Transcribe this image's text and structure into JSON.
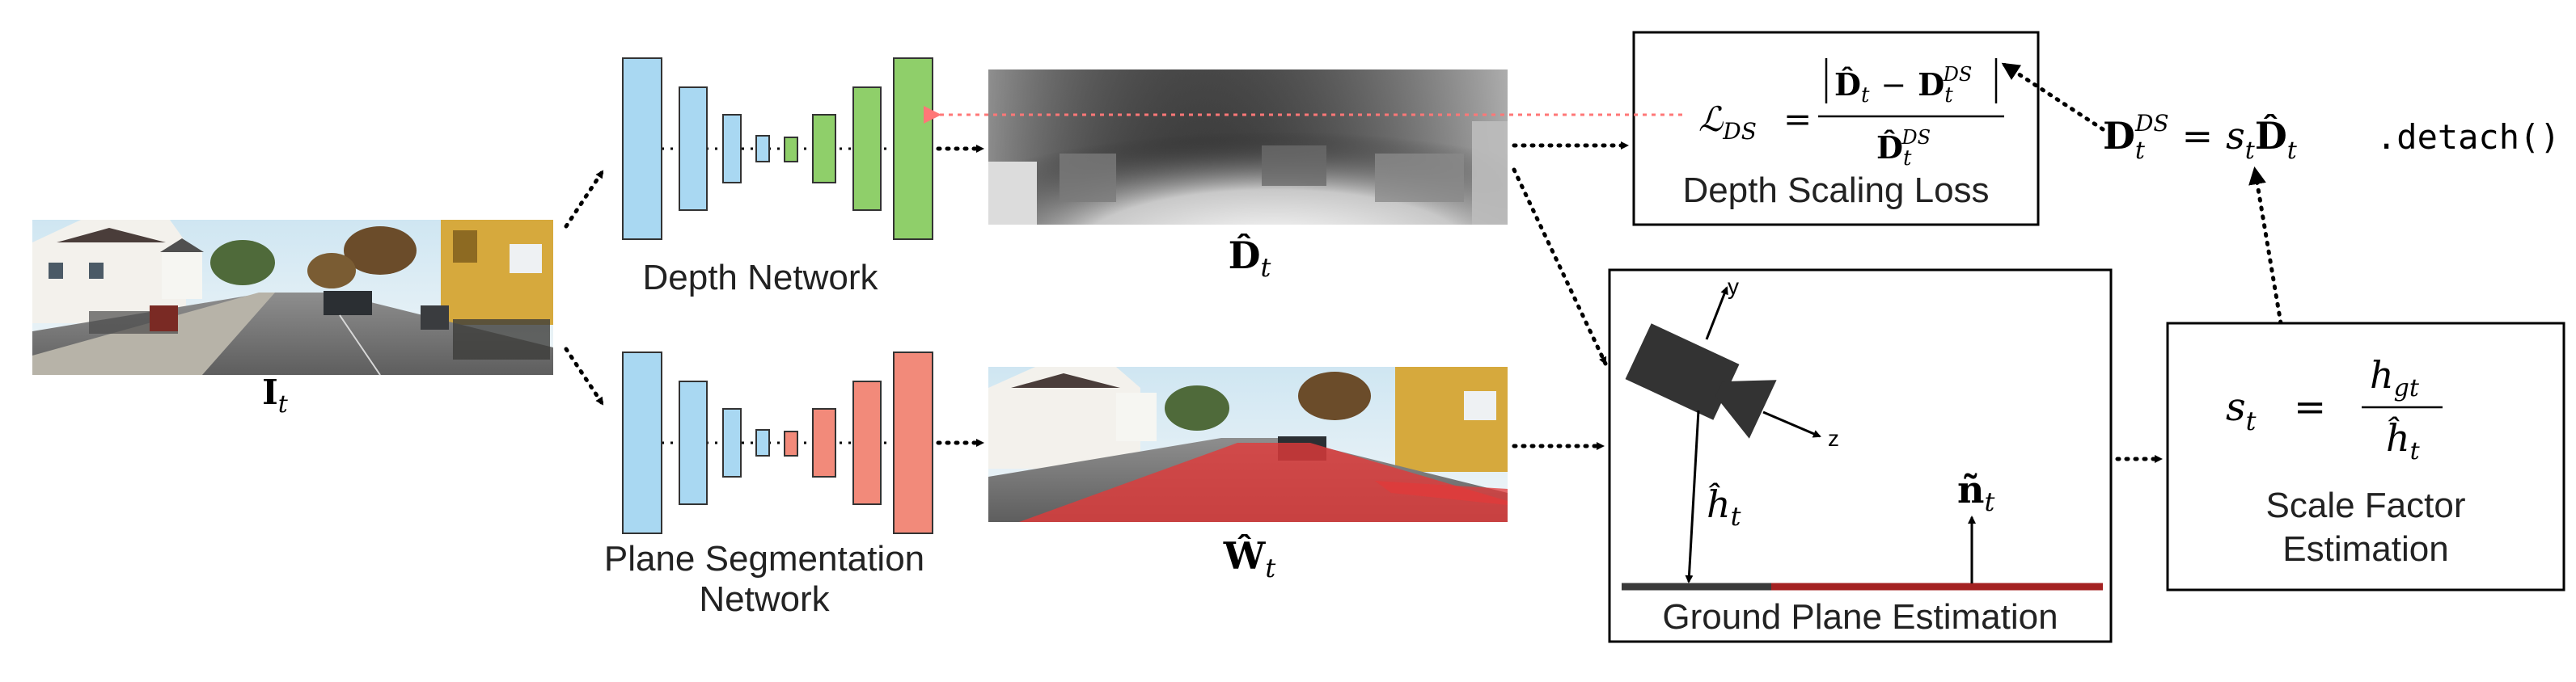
{
  "colors": {
    "encoder": "#a9d8f2",
    "depth_decoder": "#8fcf6a",
    "plane_decoder": "#f28a7a",
    "loss_arrow": "#ff7777",
    "ground_gray": "#3a3a3a",
    "ground_red": "#a42222",
    "camera": "#333333"
  },
  "input": {
    "label": "I",
    "subscript": "t"
  },
  "depth_network": {
    "label": "Depth Network"
  },
  "plane_network": {
    "label_line1": "Plane Segmentation",
    "label_line2": "Network"
  },
  "depth_output": {
    "label": "D̂",
    "subscript": "t"
  },
  "plane_output": {
    "label": "Ŵ",
    "subscript": "t"
  },
  "loss_box": {
    "lhs": "ℒ",
    "lhs_sub": "DS",
    "equals": "=",
    "numerator_d": "D̂",
    "numerator_t": "t",
    "minus": "−",
    "numerator_d2": "D",
    "numerator_t2": "t",
    "numerator_sup": "DS",
    "denominator_d": "D̂",
    "denominator_t": "t",
    "denominator_sup": "DS",
    "title": "Depth Scaling Loss"
  },
  "scaled_depth_eq": {
    "lhs_d": "D",
    "lhs_sub": "t",
    "lhs_sup": "DS",
    "equals": "=",
    "rhs_s": "s",
    "rhs_s_sub": "t",
    "rhs_d": "D̂",
    "rhs_d_sub": "t",
    "detach": ".detach()"
  },
  "ground_box": {
    "axis_y": "y",
    "axis_z": "z",
    "height_label": "ĥ",
    "height_sub": "t",
    "normal_label": "ñ",
    "normal_sub": "t",
    "title": "Ground Plane Estimation"
  },
  "scale_box": {
    "lhs": "s",
    "lhs_sub": "t",
    "equals": "=",
    "num": "h",
    "num_sub": "gt",
    "den": "ĥ",
    "den_sub": "t",
    "title_line1": "Scale Factor",
    "title_line2": "Estimation"
  }
}
